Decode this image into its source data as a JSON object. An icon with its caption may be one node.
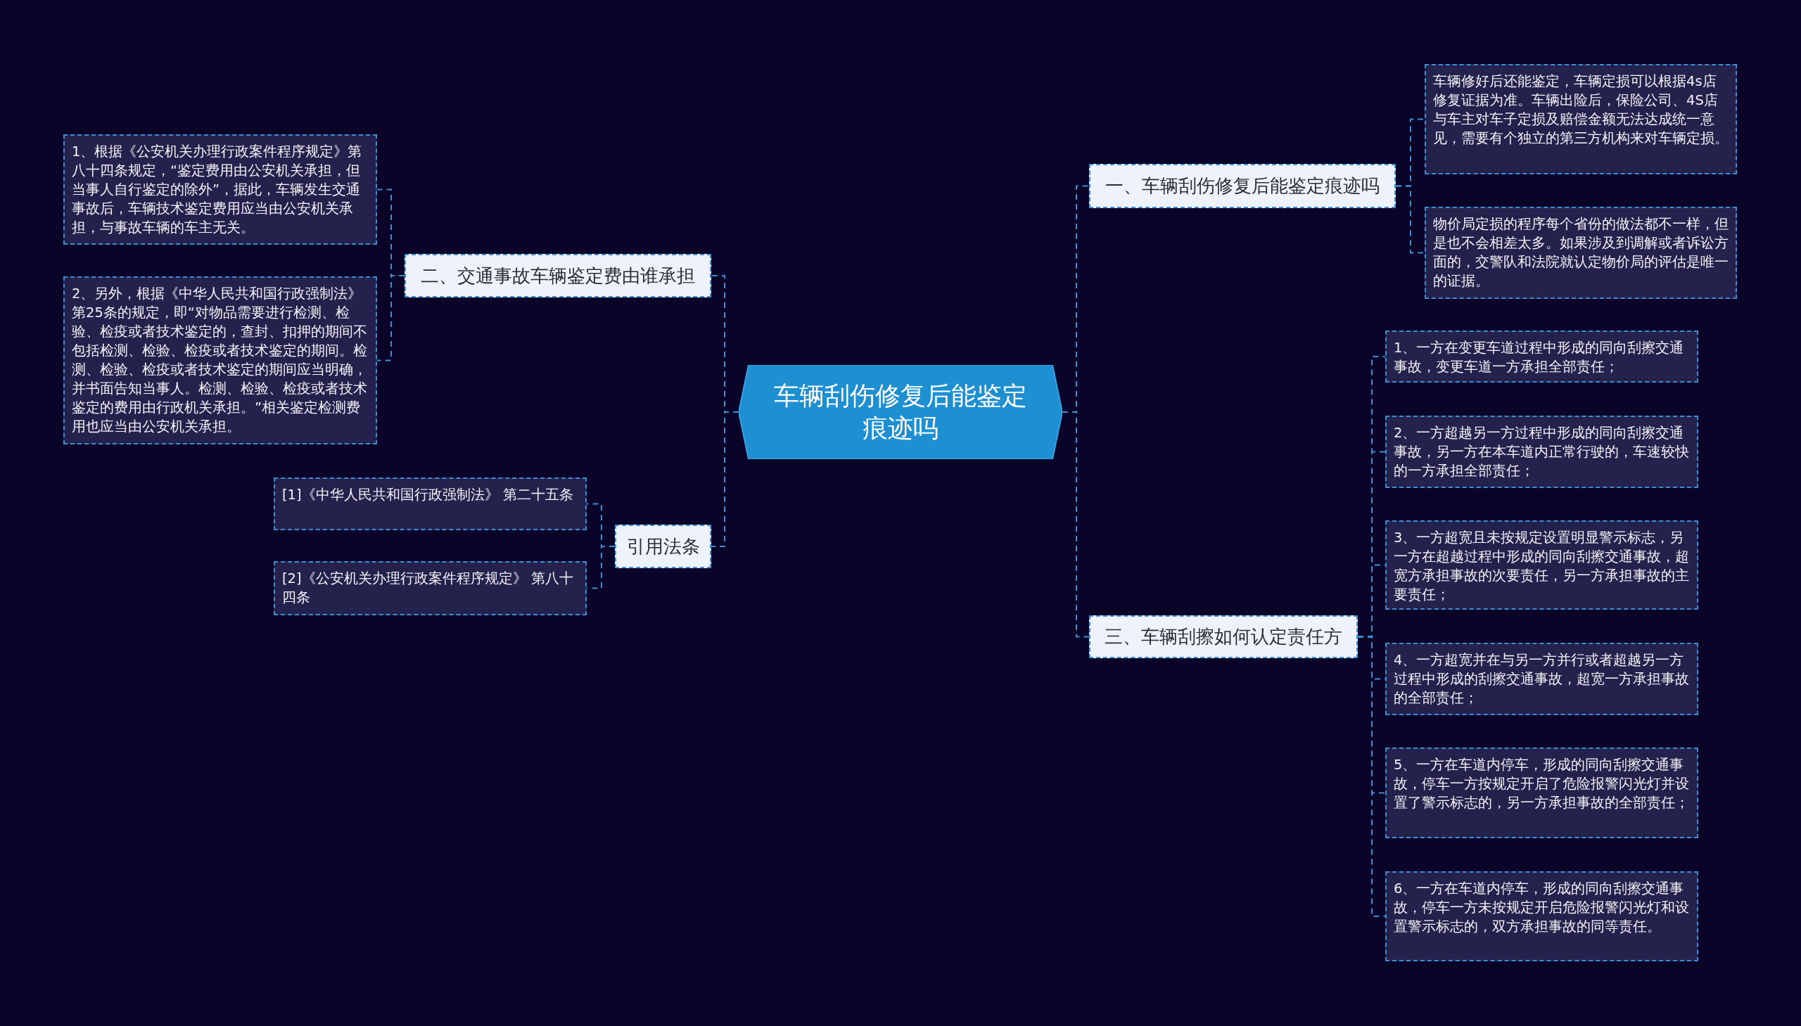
{
  "diagram": {
    "nodes": [
      {
        "text": [
          "车辆刮伤修复后能鉴定痕迹吗"
        ]
      },
      {
        "text": [
          "一、车辆刮伤修复后能鉴定痕迹吗"
        ]
      },
      {
        "text": [
          "车辆修好后还能鉴定，车辆定损可以根据4s店修复证据为准。车辆出险后，保险公司、4S店与车主对车子定损及赔偿金额无法达成统一意见，需要有个独立的第三方机构来对车辆定损。"
        ]
      },
      {
        "text": [
          "物价局定损的程序每个省份的做法都不一样，但是也不会相差太多。如果涉及到调解或者诉讼方面的，交警队和法院就认定物价局的评估是唯一的证据。"
        ]
      },
      {
        "text": [
          "三、车辆刮擦如何认定责任方"
        ]
      },
      {
        "text": [
          "1、一方在变更车道过程中形成的同向刮擦交通事故，变更车道一方承担全部责任；"
        ]
      },
      {
        "text": [
          "2、一方超越另一方过程中形成的同向刮擦交通事故，另一方在本车道内正常行驶的，车速较快的一方承担全部责任；"
        ]
      },
      {
        "text": [
          "3、一方超宽且未按规定设置明显警示标志，另一方在超越过程中形成的同向刮擦交通事故，超宽方承担事故的次要责任，另一方承担事故的主要责任；"
        ]
      },
      {
        "text": [
          "4、一方超宽并在与另一方并行或者超越另一方过程中形成的刮擦交通事故，超宽一方承担事故的全部责任；"
        ]
      },
      {
        "text": [
          "5、一方在车道内停车，形成的同向刮擦交通事故，停车一方按规定开启了危险报警闪光灯并设置了警示标志的，另一方承担事故的全部责任；"
        ]
      },
      {
        "text": [
          "6、一方在车道内停车，形成的同向刮擦交通事故，停车一方未按规定开启危险报警闪光灯和设置警示标志的，双方承担事故的同等责任。"
        ]
      },
      {
        "text": [
          "二、交通事故车辆鉴定费由谁承担"
        ]
      },
      {
        "text": [
          "1、根据《公安机关办理行政案件程序规定》第八十四条规定，“鉴定费用由公安机关承担，但当事人自行鉴定的除外”，据此，车辆发生交通事故后，车辆技术鉴定费用应当由公安机关承担，与事故车辆的车主无关。"
        ]
      },
      {
        "text": [
          "2、另外，根据《中华人民共和国行政强制法》第25条的规定，即“对物品需要进行检测、检验、检疫或者技术鉴定的，查封、扣押的期间不包括检测、检验、检疫或者技术鉴定的期间。检测、检验、检疫或者技术鉴定的期间应当明确，并书面告知当事人。检测、检验、检疫或者技术鉴定的费用由行政机关承担。”相关鉴定检测费用也应当由公安机关承担。"
        ]
      },
      {
        "text": [
          "引用法条"
        ]
      },
      {
        "text": [
          "[1]《中华人民共和国行政强制法》 第二十五条"
        ]
      },
      {
        "text": [
          "[2]《公安机关办理行政案件程序规定》 第八十四条"
        ]
      }
    ],
    "edges": [
      {
        "from": 0,
        "to": 1,
        "arrow": "none"
      },
      {
        "from": 1,
        "to": 2,
        "arrow": "none"
      },
      {
        "from": 1,
        "to": 3,
        "arrow": "none"
      },
      {
        "from": 0,
        "to": 4,
        "arrow": "none"
      },
      {
        "from": 4,
        "to": 5,
        "arrow": "none"
      },
      {
        "from": 4,
        "to": 6,
        "arrow": "none"
      },
      {
        "from": 4,
        "to": 7,
        "arrow": "none"
      },
      {
        "from": 4,
        "to": 8,
        "arrow": "none"
      },
      {
        "from": 4,
        "to": 9,
        "arrow": "none"
      },
      {
        "from": 4,
        "to": 10,
        "arrow": "none"
      },
      {
        "from": 0,
        "to": 11,
        "arrow": "none"
      },
      {
        "from": 11,
        "to": 12,
        "arrow": "none"
      },
      {
        "from": 11,
        "to": 13,
        "arrow": "none"
      },
      {
        "from": 0,
        "to": 14,
        "arrow": "none"
      },
      {
        "from": 14,
        "to": 15,
        "arrow": "none"
      },
      {
        "from": 14,
        "to": 16,
        "arrow": "none"
      }
    ]
  }
}
